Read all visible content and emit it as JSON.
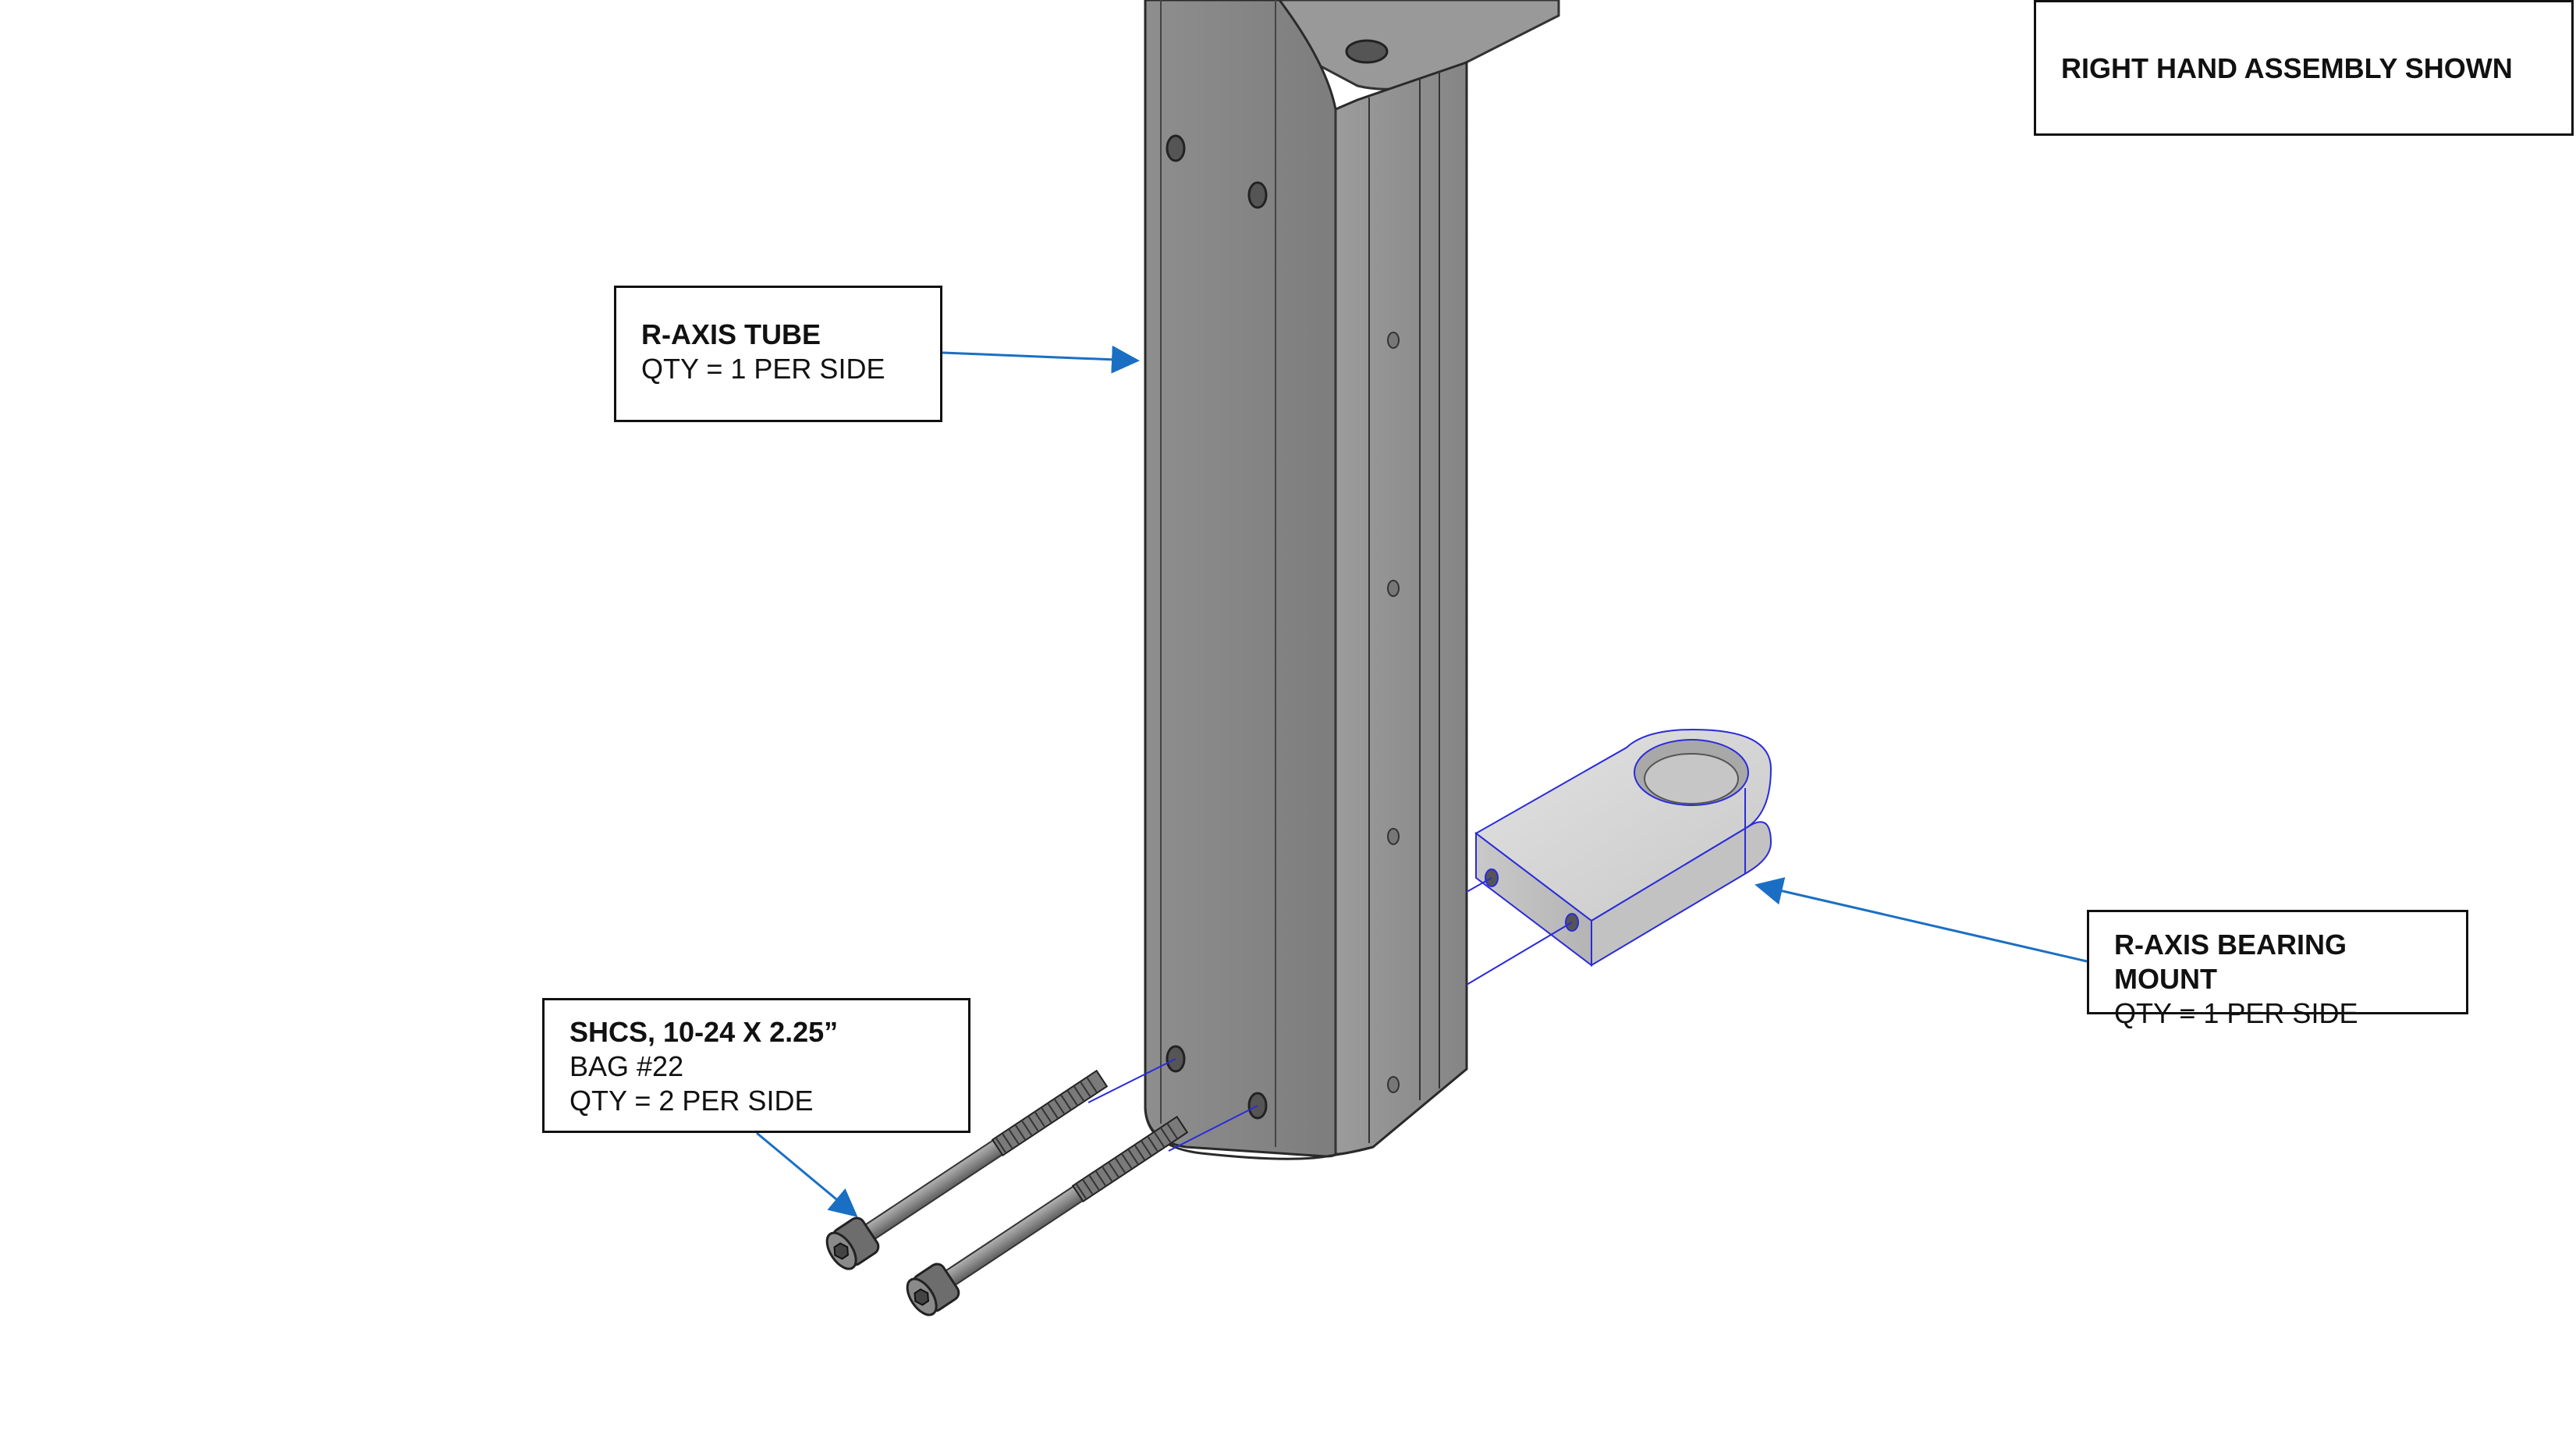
{
  "diagram": {
    "title": "RIGHT HAND ASSEMBLY SHOWN",
    "parts": [
      {
        "id": "tube",
        "name": "R-AXIS TUBE",
        "lines": [
          "QTY = 1 PER SIDE"
        ]
      },
      {
        "id": "mount",
        "name": "R-AXIS BEARING MOUNT",
        "name_lines": [
          "R-AXIS BEARING",
          "MOUNT"
        ],
        "lines": [
          "QTY = 1 PER SIDE"
        ]
      },
      {
        "id": "screw",
        "name": "SHCS, 10-24 X 2.25”",
        "lines": [
          "BAG #22",
          "QTY = 2 PER SIDE"
        ]
      }
    ]
  },
  "colors": {
    "leader": "#1a6fc4",
    "assembly_line": "#2b2bd9",
    "tube_face": "#8a8a8a",
    "tube_side": "#9a9a9a",
    "mount_top": "#d2d2d2",
    "mount_front": "#bcbcbc",
    "screw": "#8f8f8f",
    "border": "#111111"
  }
}
